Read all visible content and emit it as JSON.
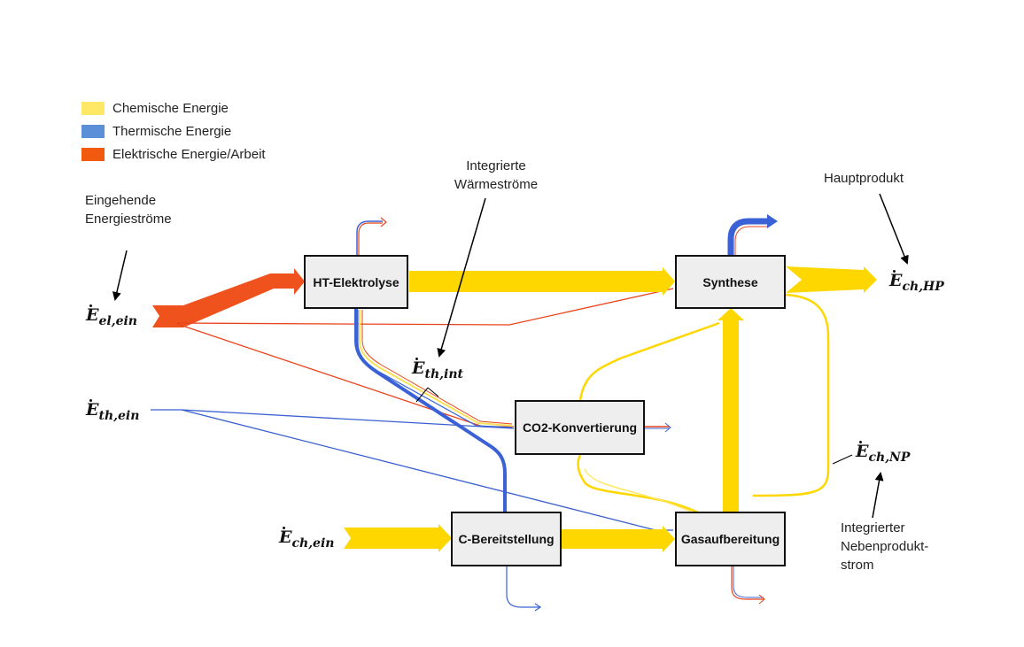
{
  "colors": {
    "chemical": "#FFD700",
    "chemical_light": "#F7E25A",
    "thermal": "#3A62D6",
    "electric": "#F0521E"
  },
  "legend": [
    {
      "label": "Chemische Energie",
      "color": "#FFE866"
    },
    {
      "label": "Thermische Energie",
      "color": "#5B8FD8"
    },
    {
      "label": "Elektrische Energie/Arbeit",
      "color": "#F25A0F"
    }
  ],
  "boxes": {
    "ht_elektrolyse": "HT-Elektrolyse",
    "synthese": "Synthese",
    "co2_konvertierung": "CO2-Konvertierung",
    "c_bereitstellung": "C-Bereitstellung",
    "gasaufbereitung": "Gasaufbereitung"
  },
  "annotations": {
    "eingehende_line1": "Eingehende",
    "eingehende_line2": "Energieströme",
    "integrierte_line1": "Integrierte",
    "integrierte_line2": "Wärmeströme",
    "hauptprodukt": "Hauptprodukt",
    "nebenprodukt_line1": "Integrierter",
    "nebenprodukt_line2": "Nebenprodukt-",
    "nebenprodukt_line3": "strom"
  },
  "symbols": {
    "el_ein": {
      "base": "E",
      "sub": "el,ein"
    },
    "th_ein": {
      "base": "E",
      "sub": "th,ein"
    },
    "ch_ein": {
      "base": "E",
      "sub": "ch,ein"
    },
    "th_int": {
      "base": "E",
      "sub": "th,int"
    },
    "ch_hp": {
      "base": "E",
      "sub": "ch,HP"
    },
    "ch_np": {
      "base": "E",
      "sub": "ch,NP"
    }
  }
}
